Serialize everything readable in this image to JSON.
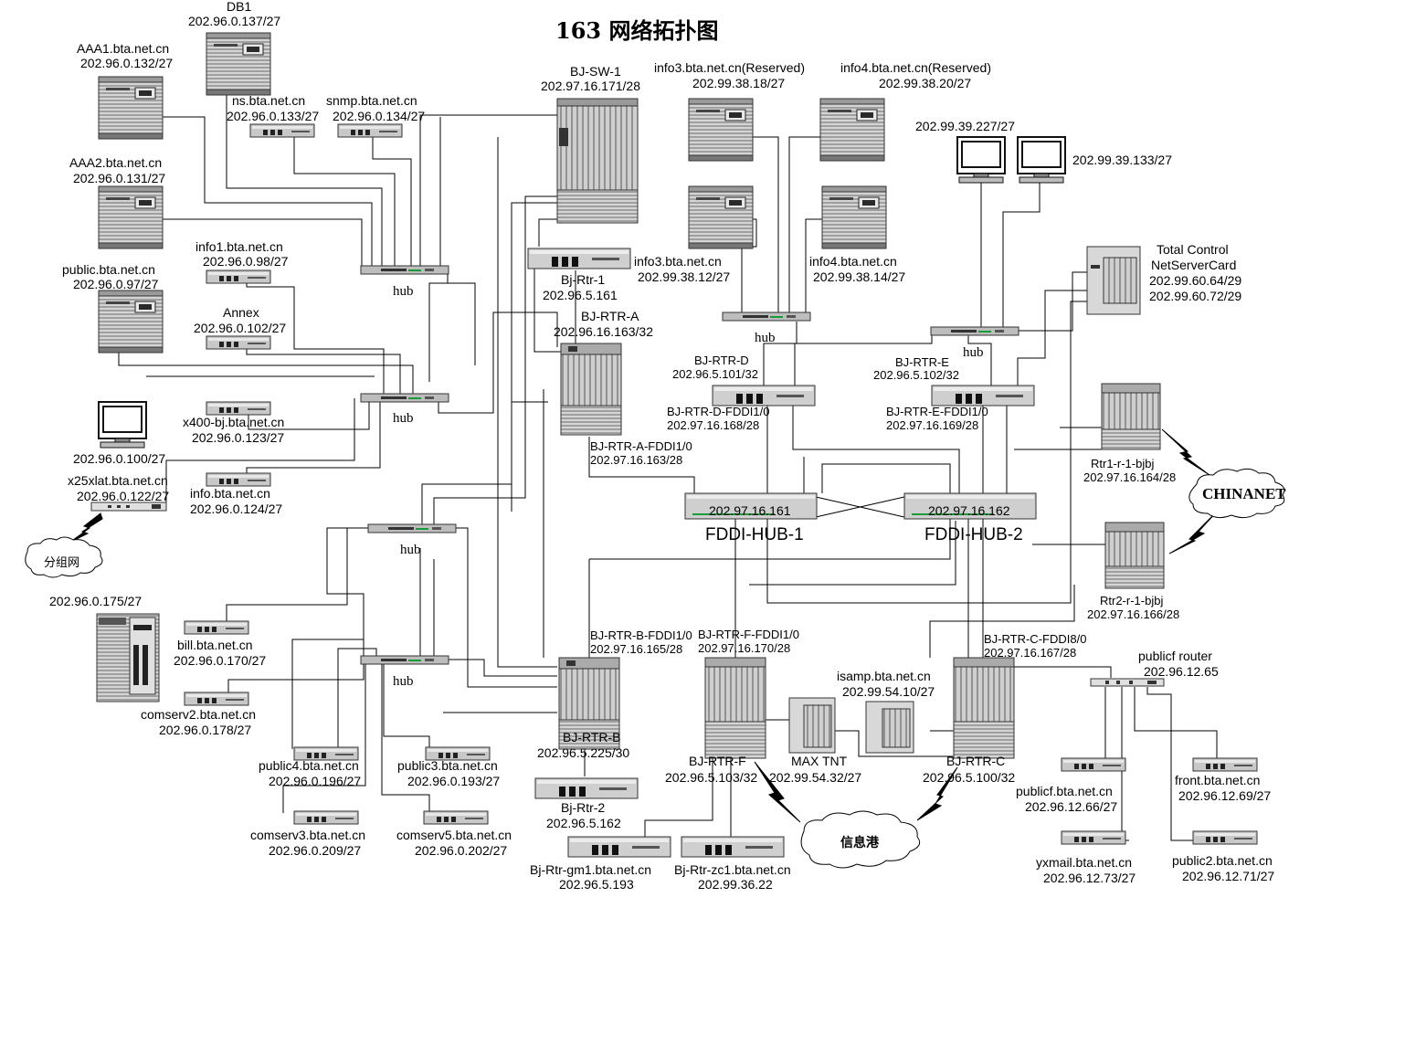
{
  "title": "163 网络拓扑图",
  "servers": {
    "db1": {
      "name": "DB1",
      "ip": "202.96.0.137/27"
    },
    "aaa1": {
      "name": "AAA1.bta.net.cn",
      "ip": "202.96.0.132/27"
    },
    "aaa2": {
      "name": "AAA2.bta.net.cn",
      "ip": "202.96.0.131/27"
    },
    "public": {
      "name": "public.bta.net.cn",
      "ip": "202.96.0.97/27"
    },
    "info3r": {
      "name": "info3.bta.net.cn(Reserved)",
      "ip": "202.99.38.18/27"
    },
    "info4r": {
      "name": "info4.bta.net.cn(Reserved)",
      "ip": "202.99.38.20/27"
    },
    "info3": {
      "name": "info3.bta.net.cn",
      "ip": "202.99.38.12/27"
    },
    "info4": {
      "name": "info4.bta.net.cn",
      "ip": "202.99.38.14/27"
    },
    "tower": {
      "ip": "202.96.0.175/27"
    }
  },
  "devices": {
    "ns": {
      "name": "ns.bta.net.cn",
      "ip": "202.96.0.133/27"
    },
    "snmp": {
      "name": "snmp.bta.net.cn",
      "ip": "202.96.0.134/27"
    },
    "info1": {
      "name": "info1.bta.net.cn",
      "ip": "202.96.0.98/27"
    },
    "annex": {
      "name": "Annex",
      "ip": "202.96.0.102/27"
    },
    "x400": {
      "name": "x400-bj.bta.net.cn",
      "ip": "202.96.0.123/27"
    },
    "infobta": {
      "name": "info.bta.net.cn",
      "ip": "202.96.0.124/27"
    },
    "x25": {
      "name": "x25xlat.bta.net.cn",
      "ip": "202.96.0.122/27"
    },
    "bill": {
      "name": "bill.bta.net.cn",
      "ip": "202.96.0.170/27"
    },
    "comserv2": {
      "name": "comserv2.bta.net.cn",
      "ip": "202.96.0.178/27"
    },
    "public4": {
      "name": "public4.bta.net.cn",
      "ip": "202.96.0.196/27"
    },
    "public3": {
      "name": "public3.bta.net.cn",
      "ip": "202.96.0.193/27"
    },
    "comserv3": {
      "name": "comserv3.bta.net.cn",
      "ip": "202.96.0.209/27"
    },
    "comserv5": {
      "name": "comserv5.bta.net.cn",
      "ip": "202.96.0.202/27"
    },
    "bjrtr1": {
      "name": "Bj-Rtr-1",
      "ip": "202.96.5.161"
    },
    "bjrtr2": {
      "name": "Bj-Rtr-2",
      "ip": "202.96.5.162"
    },
    "gm1": {
      "name": "Bj-Rtr-gm1.bta.net.cn",
      "ip": "202.96.5.193"
    },
    "zc1": {
      "name": "Bj-Rtr-zc1.bta.net.cn",
      "ip": "202.99.36.22"
    },
    "publicf": {
      "name": "publicf.bta.net.cn",
      "ip": "202.96.12.66/27"
    },
    "yxmail": {
      "name": "yxmail.bta.net.cn",
      "ip": "202.96.12.73/27"
    },
    "front": {
      "name": "front.bta.net.cn",
      "ip": "202.96.12.69/27"
    },
    "public2": {
      "name": "public2.bta.net.cn",
      "ip": "202.96.12.71/27"
    },
    "publicfrouter": {
      "name": "publicf router",
      "ip": "202.96.12.65"
    },
    "pc100": {
      "ip": "202.96.0.100/27"
    },
    "pc227": {
      "ip": "202.99.39.227/27"
    },
    "pc133": {
      "ip": "202.99.39.133/27"
    },
    "tcc": {
      "name1": "Total Control",
      "name2": "NetServerCard",
      "ip1": "202.99.60.64/29",
      "ip2": "202.99.60.72/29"
    },
    "isamp": {
      "name": "isamp.bta.net.cn",
      "ip": "202.99.54.10/27"
    },
    "maxtnt": {
      "name": "MAX TNT",
      "ip": "202.99.54.32/27"
    }
  },
  "routers": {
    "sw1": {
      "name": "BJ-SW-1",
      "ip": "202.97.16.171/28"
    },
    "rtra": {
      "name": "BJ-RTR-A",
      "ip": "202.96.16.163/32",
      "fddi": "BJ-RTR-A-FDDI1/0",
      "fddi_ip": "202.97.16.163/28"
    },
    "rtrd": {
      "name": "BJ-RTR-D",
      "ip": "202.96.5.101/32",
      "fddi": "BJ-RTR-D-FDDI1/0",
      "fddi_ip": "202.97.16.168/28"
    },
    "rtre": {
      "name": "BJ-RTR-E",
      "ip": "202.96.5.102/32",
      "fddi": "BJ-RTR-E-FDDI1/0",
      "fddi_ip": "202.97.16.169/28"
    },
    "rtrb": {
      "name": "BJ-RTR-B",
      "ip": "202.96.5.225/30",
      "fddi": "BJ-RTR-B-FDDI1/0",
      "fddi_ip": "202.97.16.165/28"
    },
    "rtrf": {
      "name": "BJ-RTR-F",
      "ip": "202.96.5.103/32",
      "fddi": "BJ-RTR-F-FDDI1/0",
      "fddi_ip": "202.97.16.170/28"
    },
    "rtrc": {
      "name": "BJ-RTR-C",
      "ip": "202.96.5.100/32",
      "fddi": "BJ-RTR-C-FDDI8/0",
      "fddi_ip": "202.97.16.167/28"
    },
    "rtr1": {
      "name": "Rtr1-r-1-bjbj",
      "ip": "202.97.16.164/28"
    },
    "rtr2": {
      "name": "Rtr2-r-1-bjbj",
      "ip": "202.97.16.166/28"
    }
  },
  "fddi": {
    "hub1": {
      "name": "FDDI-HUB-1",
      "ip": "202.97.16.161"
    },
    "hub2": {
      "name": "FDDI-HUB-2",
      "ip": "202.97.16.162"
    }
  },
  "hub_label": "hub",
  "clouds": {
    "packet": "分组网",
    "chinanet": "CHINANET",
    "xinxigang": "信息港"
  }
}
